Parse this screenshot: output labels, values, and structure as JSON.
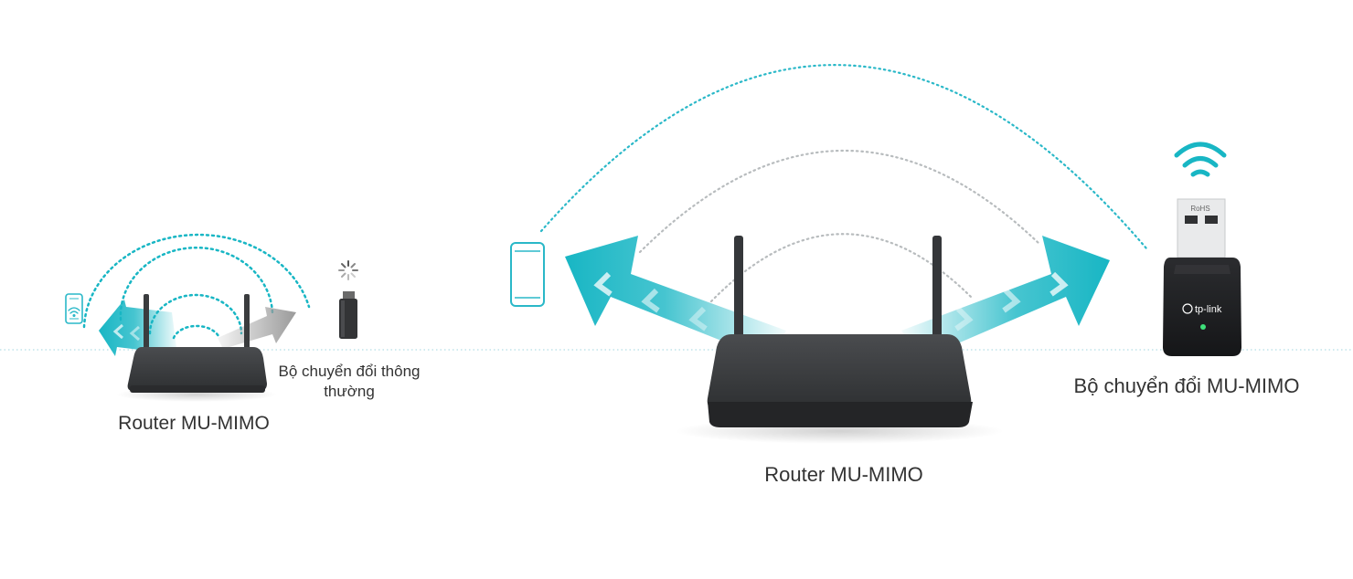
{
  "left_scene": {
    "router_label": "Router MU-MIMO",
    "adapter_label": "Bộ chuyển đổi thông thường"
  },
  "right_scene": {
    "router_label": "Router MU-MIMO",
    "adapter_label": "Bộ chuyển đổi MU-MIMO",
    "adapter_brand": "tp-link",
    "adapter_plug_marks": "RoHS"
  },
  "icons": [
    "wifi-icon",
    "smartphone-icon",
    "loading-spinner-icon",
    "usb-adapter-icon",
    "router-icon",
    "arrow-icon",
    "chevron-icon"
  ],
  "colors": {
    "teal": "#18b6c4",
    "teal_dotted": "#2ab8c8",
    "gray_dotted": "#b8bcbe",
    "router_body": "#3d3f41",
    "gray_arrow": "#a8a8a8",
    "adapter_body": "#1d1e20",
    "led_green": "#3ee07a"
  }
}
